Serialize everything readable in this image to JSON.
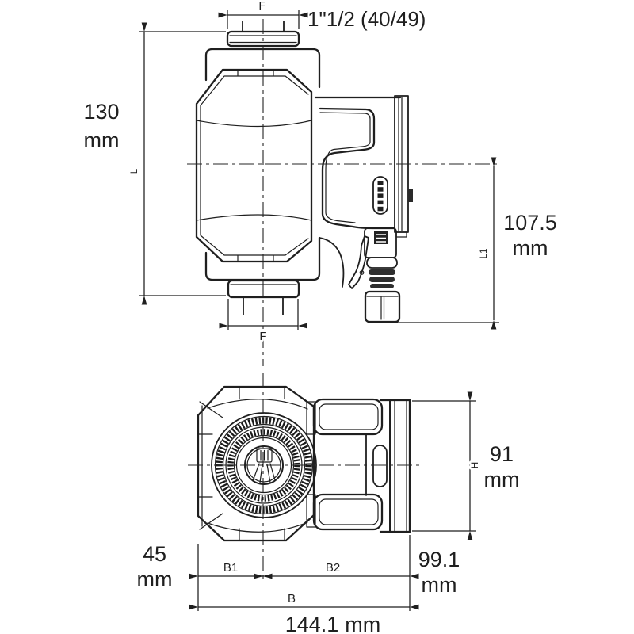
{
  "meta": {
    "kind": "technical-dimension-drawing",
    "subject": "circulator-pump-two-views"
  },
  "colors": {
    "background": "#ffffff",
    "line": "#1f1f1f",
    "text": "#1f1f1f"
  },
  "side_view": {
    "thread_label": "1\"1/2 (40/49)",
    "dim_f_top": {
      "letter": "F"
    },
    "dim_f_bottom": {
      "letter": "F"
    },
    "dim_length": {
      "letter": "L",
      "value": "130",
      "unit": "mm"
    },
    "dim_length1": {
      "letter": "L1",
      "value": "107.5",
      "unit": "mm"
    }
  },
  "top_view": {
    "dim_b1": {
      "letter": "B1",
      "value": "45",
      "unit": "mm"
    },
    "dim_b2": {
      "letter": "B2",
      "value": "99.1",
      "unit": "mm"
    },
    "dim_b": {
      "letter": "B",
      "value": "144.1",
      "unit": "mm"
    },
    "dim_h": {
      "letter": "H",
      "value": "91",
      "unit": "mm"
    }
  }
}
